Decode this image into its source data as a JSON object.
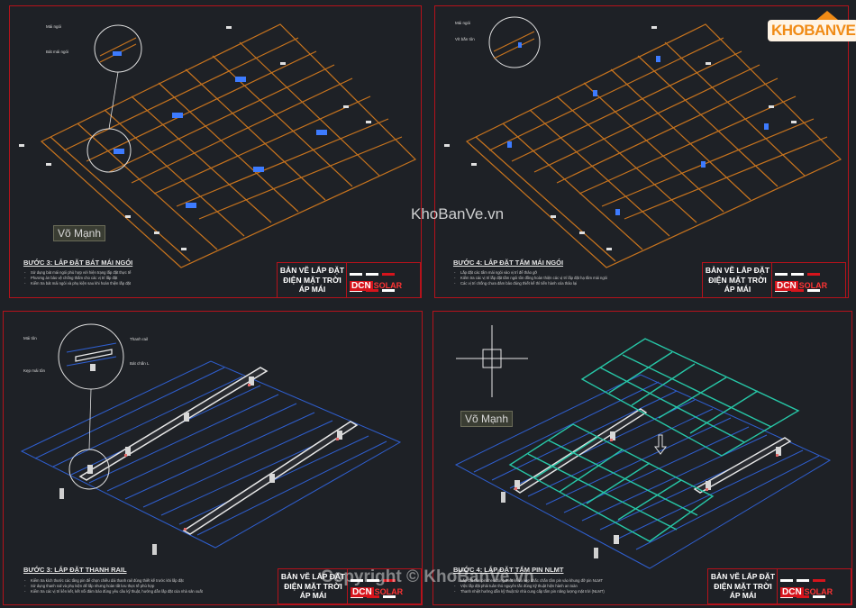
{
  "sheets": [
    {
      "step_title": "BƯỚC 3: LẮP ĐẶT BÁT MÁI NGÓI",
      "notes": [
        "Sử dụng bát mái ngói phù hợp với hiện trạng lắp đặt thực tế",
        "Phương án bảo vệ chống thấm cho các vị trí lắp đặt",
        "Kiểm tra bát mái ngói và phụ kiện sau khi hoàn thiện lắp đặt"
      ],
      "callouts": [
        "Mái ngói",
        "Bát mái ngói"
      ],
      "author": "Võ Mạnh"
    },
    {
      "step_title": "BƯỚC 4: LẮP ĐẶT TẤM MÁI NGÓI",
      "notes": [
        "Lắp đặt các tấm mái ngói vào vị trí để thảo gỡ",
        "Kiểm tra các vị trí lắp đặt tấm ngói tôn đồng hoàn thiện các vị trí lắp đặt hạ tầm mái ngói",
        "Các vị trí chống chưa đảm bảo đúng thiết kế thì tiến hành xóa thảo lại"
      ],
      "callouts": [
        "Mái ngói",
        "Vít bắn tôn"
      ]
    },
    {
      "step_title": "BƯỚC 3: LẮP ĐẶT THANH RAIL",
      "notes": [
        "Kiểm tra kích thước các tầng pin để chọn chiều dài thanh rail đúng thiết kế trước khi lắp đặt",
        "Sử dụng thanh rail và phụ kiện để lắp nhưng hoàn tất lưu thực tế phù hợp",
        "Kiểm tra các vị trí liên kết, kết nối đảm bảo đúng yêu cầu kỹ thuật, hướng dẫn lắp đặt của nhà sản xuất"
      ],
      "callouts": [
        "Mái tôn",
        "Thanh rail",
        "Bát chấn L",
        "Kẹp mái tôn"
      ]
    },
    {
      "step_title": "BƯỚC 4: LẮP ĐẶT TẤM PIN NLMT",
      "notes": [
        "Lắp đặt tấm pin theo đúng thiết kế và kẹp chắc chắn tấm pin vào khung đỡ pin NLMT",
        "Việc lắp đặt phải tuân thủ nguyên tắc đúng kỹ thuật hiện hành an toàn",
        "Thanh nhiệt hướng dẫn kỹ thuật từ nhà cung cấp tấm pin năng lượng mặt trời (NLMT)"
      ],
      "author": "Võ Mạnh"
    }
  ],
  "title_block": {
    "line1": "BẢN VẼ LẮP ĐẶT",
    "line2": "ĐIỆN MẶT TRỜI",
    "line3": "ÁP MÁI",
    "logo_text": "DCN",
    "logo_suffix": "SOLAR"
  },
  "watermark": "KhoBanVe.vn",
  "copyright": "Copyright © KhoBanVe.vn",
  "brand": {
    "name": "KHOBANVE"
  },
  "colors": {
    "background": "#1e2126",
    "frame": "#b5121b",
    "tile_roof": "#c8741e",
    "metal_roof": "#2f5fd0",
    "rail": "#e8e8e8",
    "solar_panel": "#27c7a7",
    "bracket": "#3d7bff"
  }
}
